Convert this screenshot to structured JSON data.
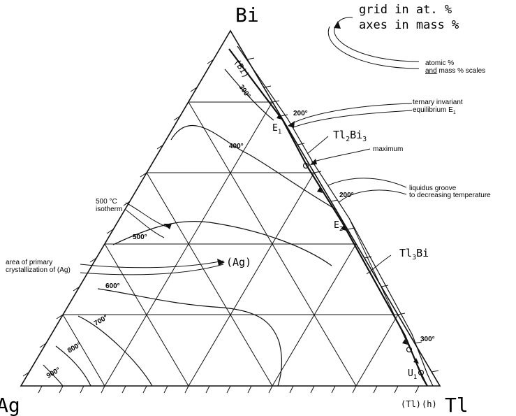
{
  "vertices": {
    "top": "Bi",
    "left": "Ag",
    "right": "Tl"
  },
  "legend": {
    "line1": "grid in at. %",
    "line2": "axes in mass %"
  },
  "notes": {
    "scales_line1": "atomic %",
    "scales_and": "and",
    "scales_line2_rest": " mass % scales",
    "invariant_line1": "ternary invariant",
    "invariant_line2": "equilibrium E",
    "invariant_sub": "1",
    "maximum": "maximum",
    "groove_line1": "liquidus groove",
    "groove_line2": "to decreasing temperature",
    "iso500_line1": "500 °C",
    "iso500_line2": "isotherm",
    "primary_line1": "area of primary",
    "primary_line2": "crystallization of (Ag)"
  },
  "phases": {
    "bi_phase": "(Bi)",
    "ag_phase": "(Ag)",
    "tl_phase": "(Tl)",
    "h_phase": "(h)",
    "tl2bi3_main": "Tl",
    "tl2bi3_sub1": "2",
    "tl2bi3_mid": "Bi",
    "tl2bi3_sub2": "3",
    "tl3bi_main": "Tl",
    "tl3bi_sub": "3",
    "tl3bi_end": "Bi"
  },
  "points": {
    "e1_main": "E",
    "e1_sub": "1",
    "e2_main": "E",
    "e2_sub": "2",
    "u1_main": "U",
    "u1_sub": "1"
  },
  "isotherms": {
    "t300_top": "300°",
    "t200_e1": "200°",
    "t400": "400°",
    "t200_e2": "200°",
    "t500": "500°",
    "t600": "600°",
    "t700": "700°",
    "t800": "800°",
    "t900": "900°",
    "t300_right": "300°"
  }
}
